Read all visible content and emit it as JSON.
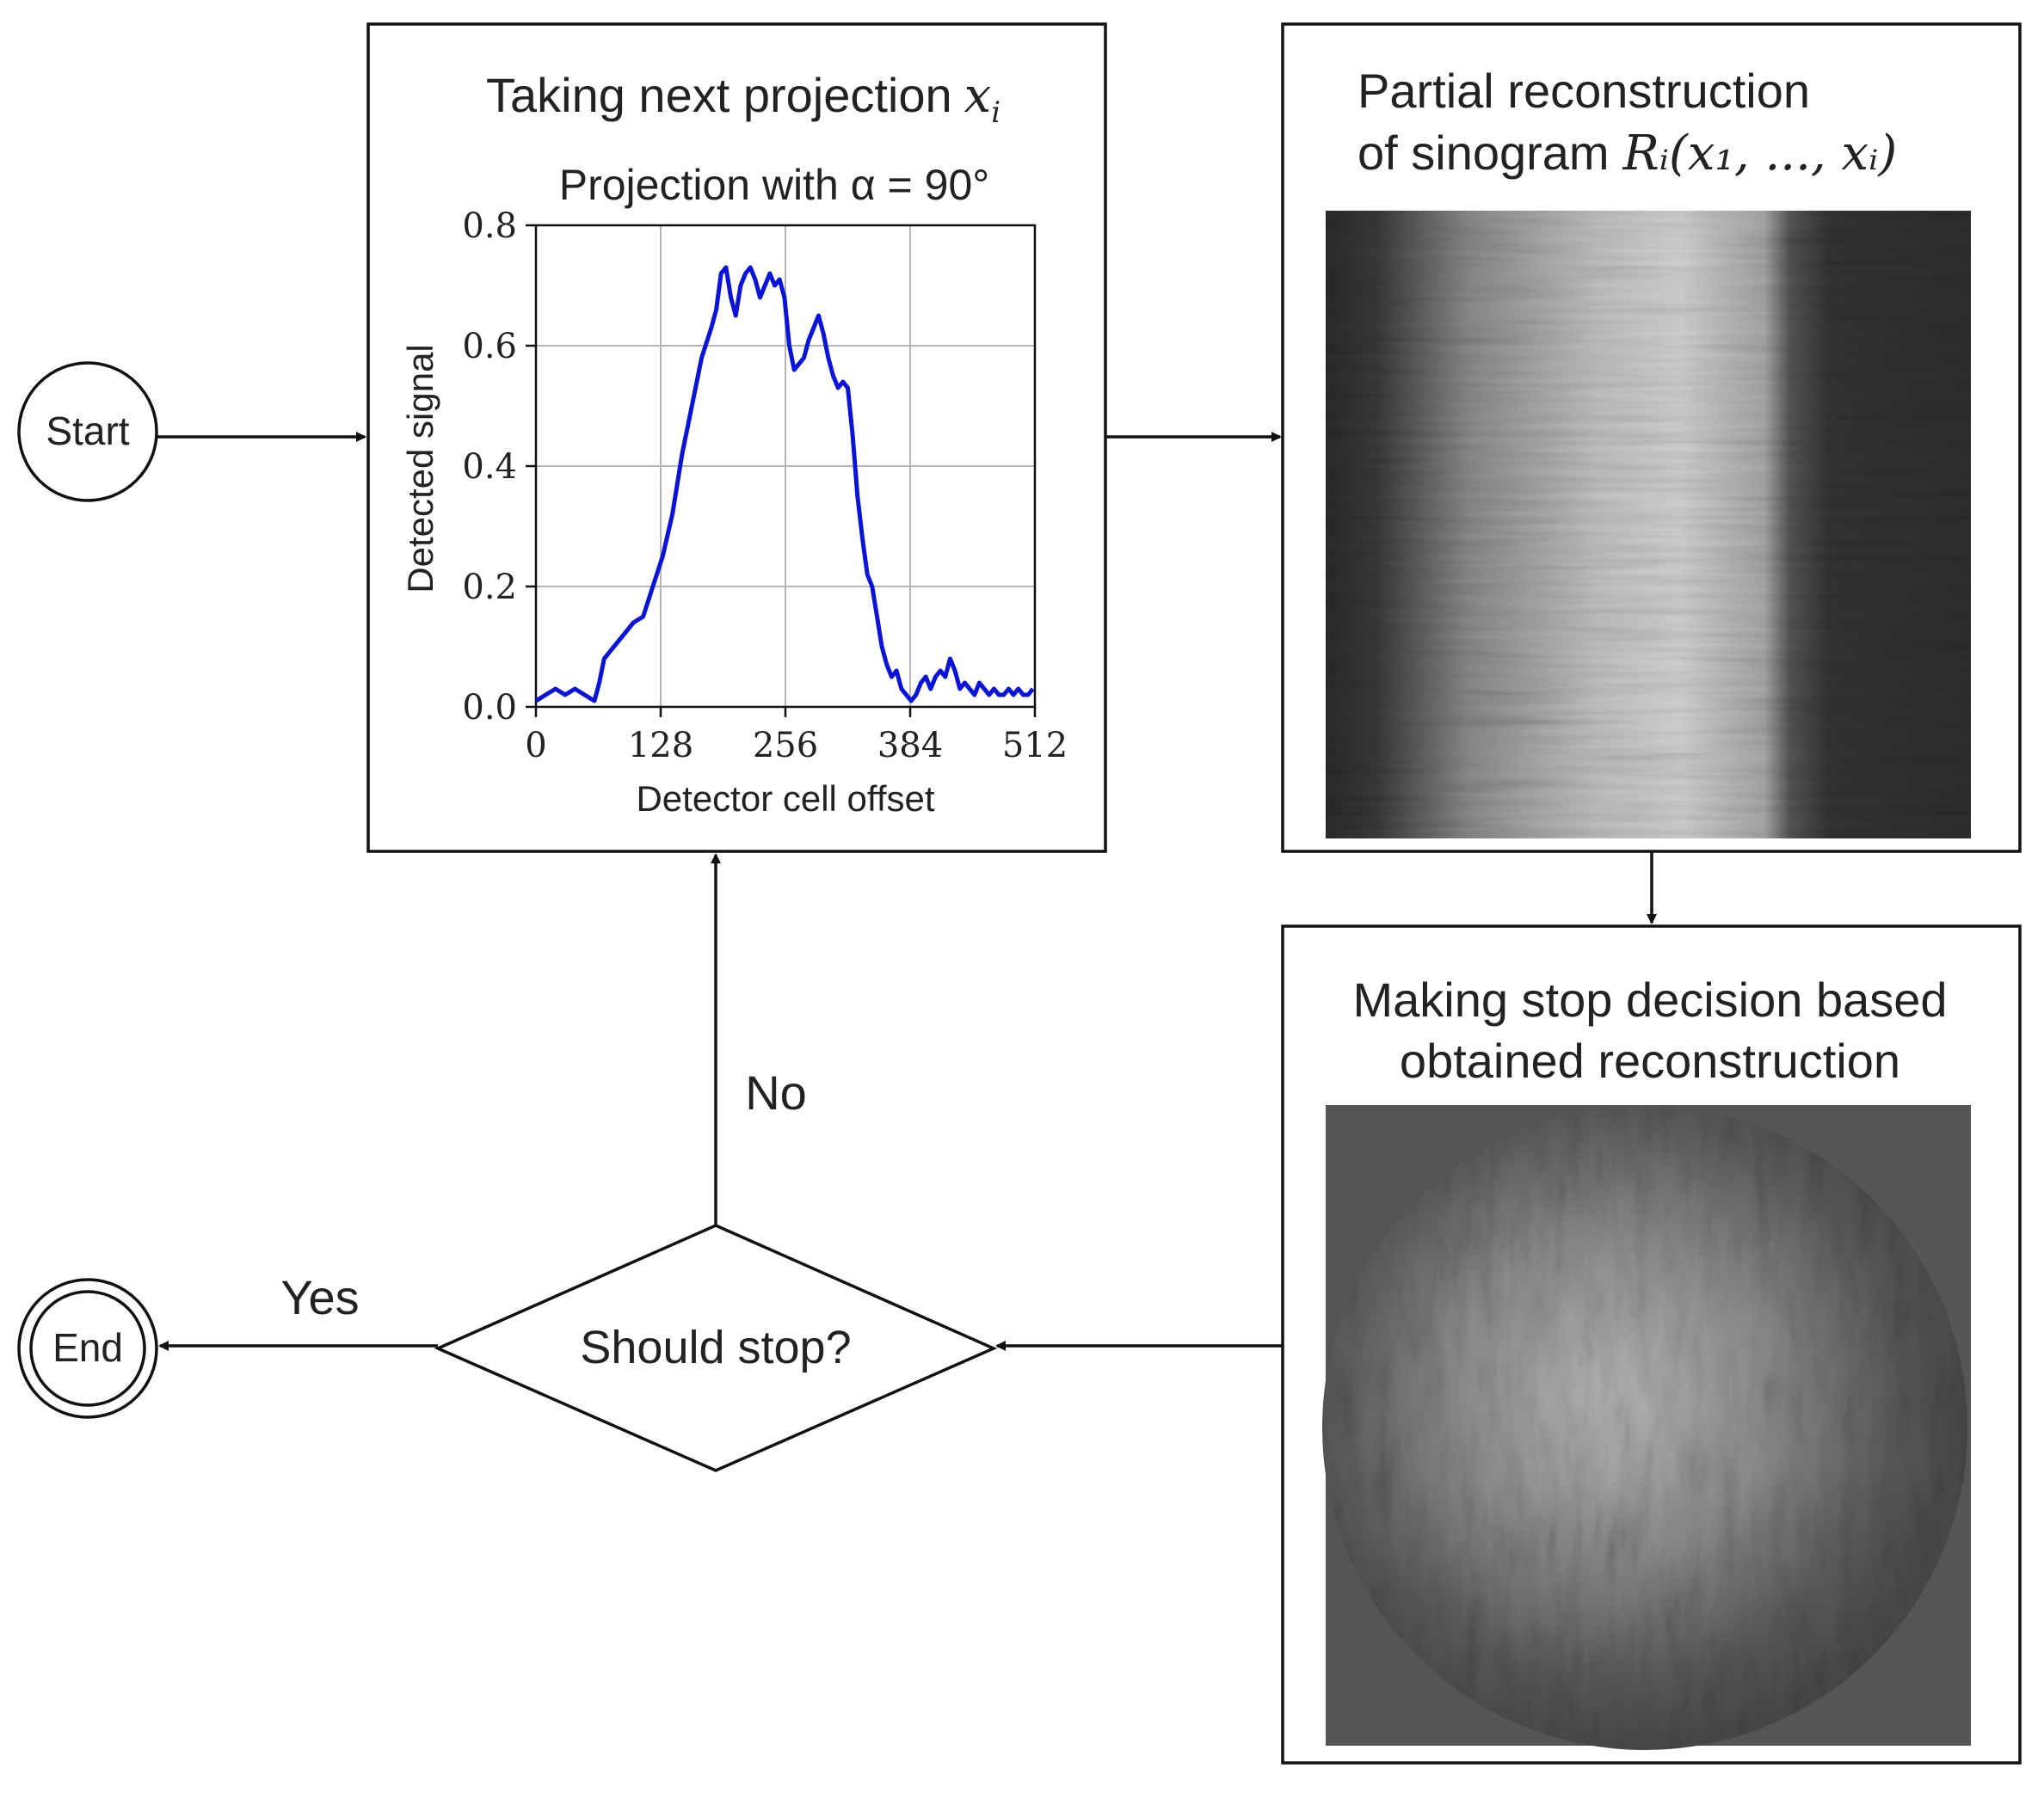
{
  "nodes": {
    "start": "Start",
    "end": "End",
    "projection_box": {
      "title": "Taking next projection",
      "title_var": "x",
      "title_sub": "i"
    },
    "sinogram_box": {
      "title_line1": "Partial reconstruction",
      "title_line2": "of sinogram",
      "title_formula": "Rᵢ(x₁, ..., xᵢ)"
    },
    "reconstruction_box": {
      "title_line1": "Making stop decision based",
      "title_line2": "obtained reconstruction"
    },
    "decision": "Should stop?"
  },
  "edges": {
    "yes_label": "Yes",
    "no_label": "No"
  },
  "colors": {
    "line": "#0a14d8",
    "frame": "#111111",
    "grid": "#b5b5b5"
  },
  "chart_data": {
    "type": "line",
    "title": "Projection with α = 90°",
    "xlabel": "Detector cell offset",
    "ylabel": "Detected signal",
    "xlim": [
      0,
      512
    ],
    "ylim": [
      0,
      0.8
    ],
    "xticks": [
      0,
      128,
      256,
      384,
      512
    ],
    "yticks": [
      0.0,
      0.2,
      0.4,
      0.6,
      0.8
    ],
    "ytick_labels": [
      "0.0",
      "0.2",
      "0.4",
      "0.6",
      "0.8"
    ],
    "grid": true,
    "series": [
      {
        "x": [
          0,
          10,
          20,
          30,
          40,
          50,
          60,
          65,
          70,
          80,
          90,
          100,
          110,
          120,
          130,
          140,
          150,
          160,
          170,
          180,
          185,
          190,
          195,
          200,
          205,
          210,
          215,
          220,
          225,
          230,
          235,
          240,
          245,
          250,
          255,
          260,
          265,
          270,
          275,
          280,
          285,
          290,
          295,
          300,
          305,
          310,
          315,
          320,
          325,
          330,
          335,
          340,
          345,
          350,
          355,
          360,
          365,
          370,
          375,
          380,
          385,
          390,
          395,
          400,
          405,
          410,
          415,
          420,
          425,
          430,
          435,
          440,
          445,
          450,
          455,
          460,
          465,
          470,
          475,
          480,
          485,
          490,
          495,
          500,
          505,
          510
        ],
        "y": [
          0.01,
          0.02,
          0.03,
          0.02,
          0.03,
          0.02,
          0.01,
          0.04,
          0.08,
          0.1,
          0.12,
          0.14,
          0.15,
          0.2,
          0.25,
          0.32,
          0.42,
          0.5,
          0.58,
          0.63,
          0.66,
          0.72,
          0.73,
          0.68,
          0.65,
          0.7,
          0.72,
          0.73,
          0.71,
          0.68,
          0.7,
          0.72,
          0.7,
          0.71,
          0.68,
          0.6,
          0.56,
          0.57,
          0.58,
          0.61,
          0.63,
          0.65,
          0.62,
          0.58,
          0.55,
          0.53,
          0.54,
          0.53,
          0.45,
          0.35,
          0.28,
          0.22,
          0.2,
          0.15,
          0.1,
          0.07,
          0.05,
          0.06,
          0.03,
          0.02,
          0.01,
          0.02,
          0.04,
          0.05,
          0.03,
          0.05,
          0.06,
          0.05,
          0.08,
          0.06,
          0.03,
          0.04,
          0.03,
          0.02,
          0.04,
          0.03,
          0.02,
          0.03,
          0.02,
          0.02,
          0.03,
          0.02,
          0.03,
          0.02,
          0.02,
          0.03
        ]
      }
    ]
  }
}
